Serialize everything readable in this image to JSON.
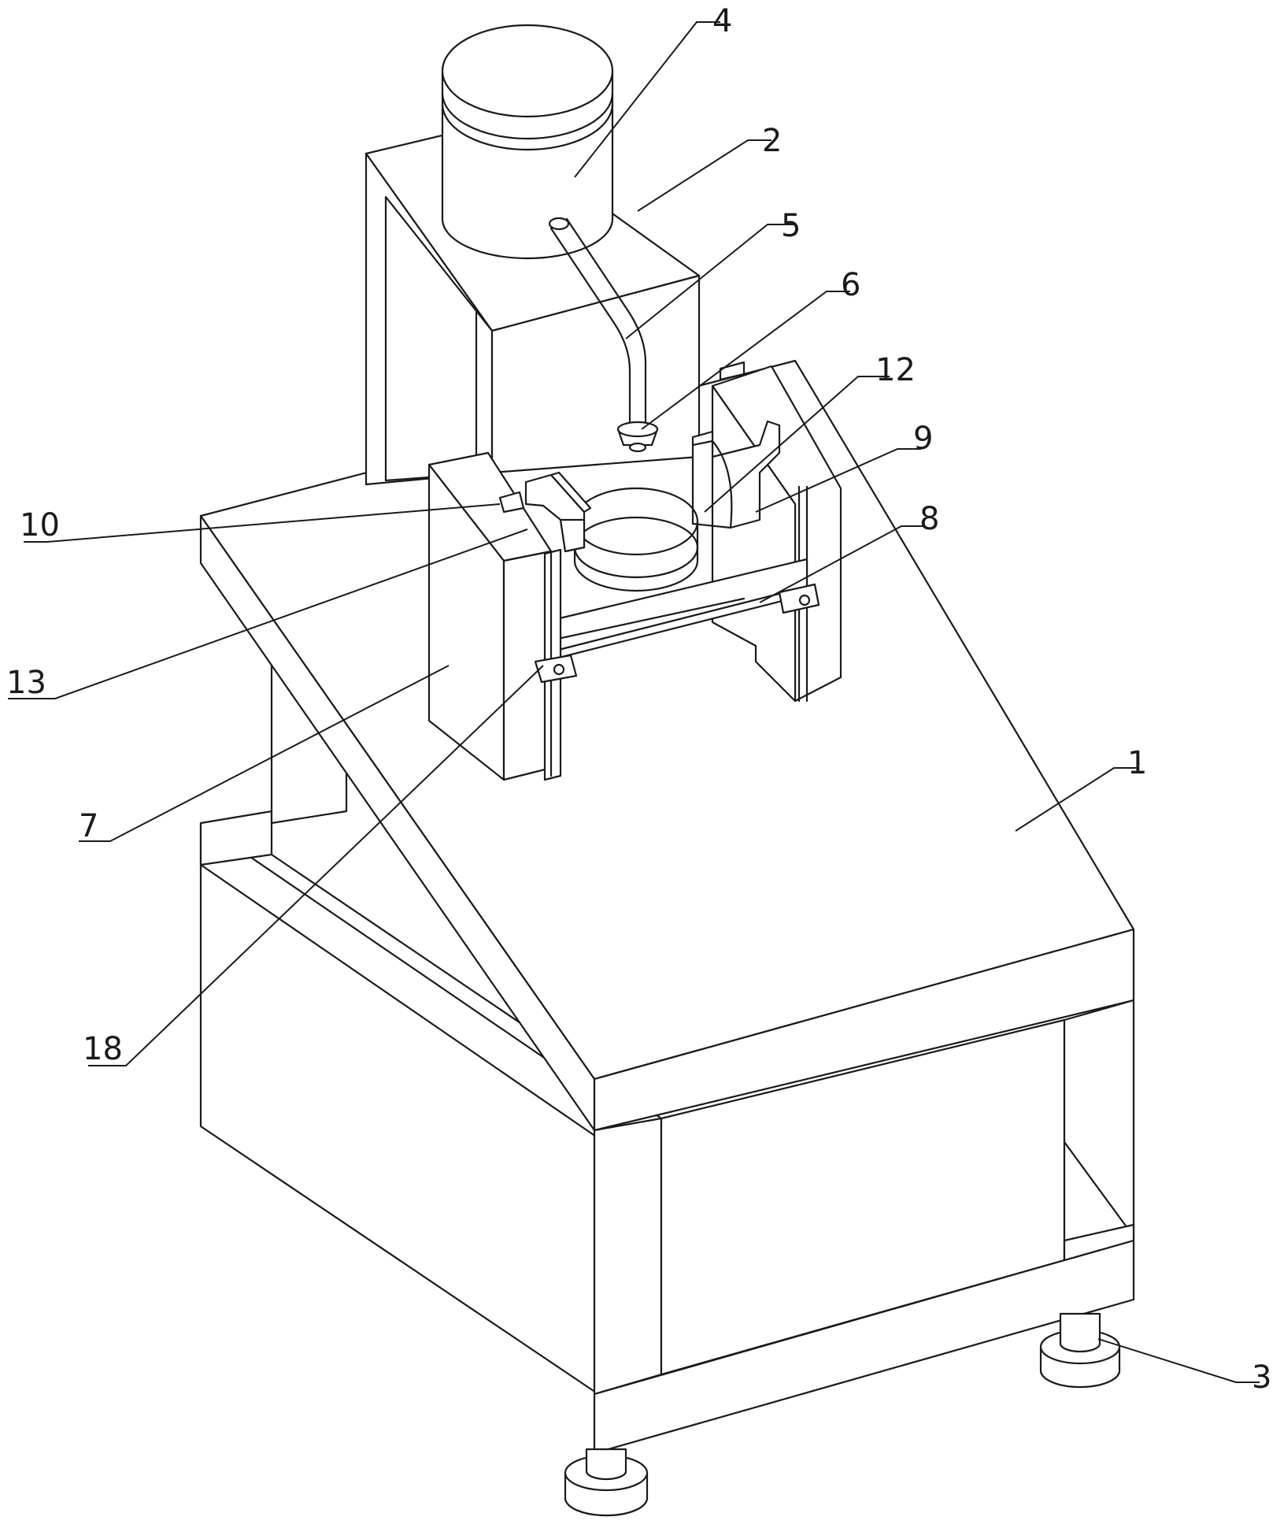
{
  "labels": {
    "l1": "1",
    "l2": "2",
    "l3": "3",
    "l4": "4",
    "l5": "5",
    "l6": "6",
    "l7": "7",
    "l8": "8",
    "l9": "9",
    "l10": "10",
    "l12": "12",
    "l13": "13",
    "l18": "18"
  },
  "colors": {
    "stroke": "#1a1a1a",
    "background": "#ffffff"
  }
}
